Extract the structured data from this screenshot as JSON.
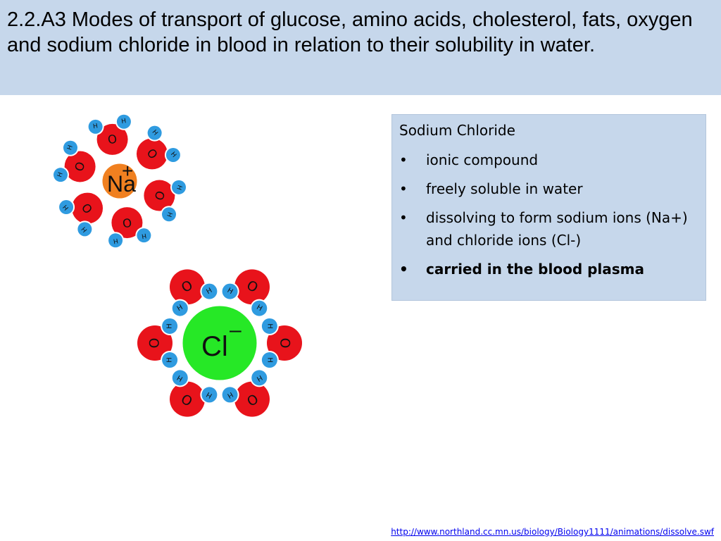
{
  "slide": {
    "title": "2.2.A3 Modes of transport of glucose, amino acids, cholesterol, fats, oxygen and sodium chloride in blood in relation to their solubility in water."
  },
  "info_box": {
    "heading": "Sodium Chloride",
    "bullet_symbol": "•",
    "items": [
      "ionic compound",
      "freely soluble in water",
      "dissolving to form sodium ions (Na+) and chloride ions (Cl-)",
      "carried in the blood plasma"
    ]
  },
  "diagrams": {
    "sodium": {
      "ion_label": "Na",
      "charge": "+"
    },
    "chloride": {
      "ion_label": "Cl",
      "charge": "–"
    },
    "oxygen_label": "O",
    "hydrogen_label": "H",
    "partial_negative": "-",
    "partial_positive": "+"
  },
  "footer": {
    "source_url": "http://www.northland.cc.mn.us/biology/Biology1111/animations/dissolve.swf"
  },
  "colors": {
    "title_bg": "#c6d7eb",
    "oxygen": "#e8131b",
    "hydrogen": "#2f9be0",
    "sodium": "#f08020",
    "chloride": "#26e826"
  }
}
